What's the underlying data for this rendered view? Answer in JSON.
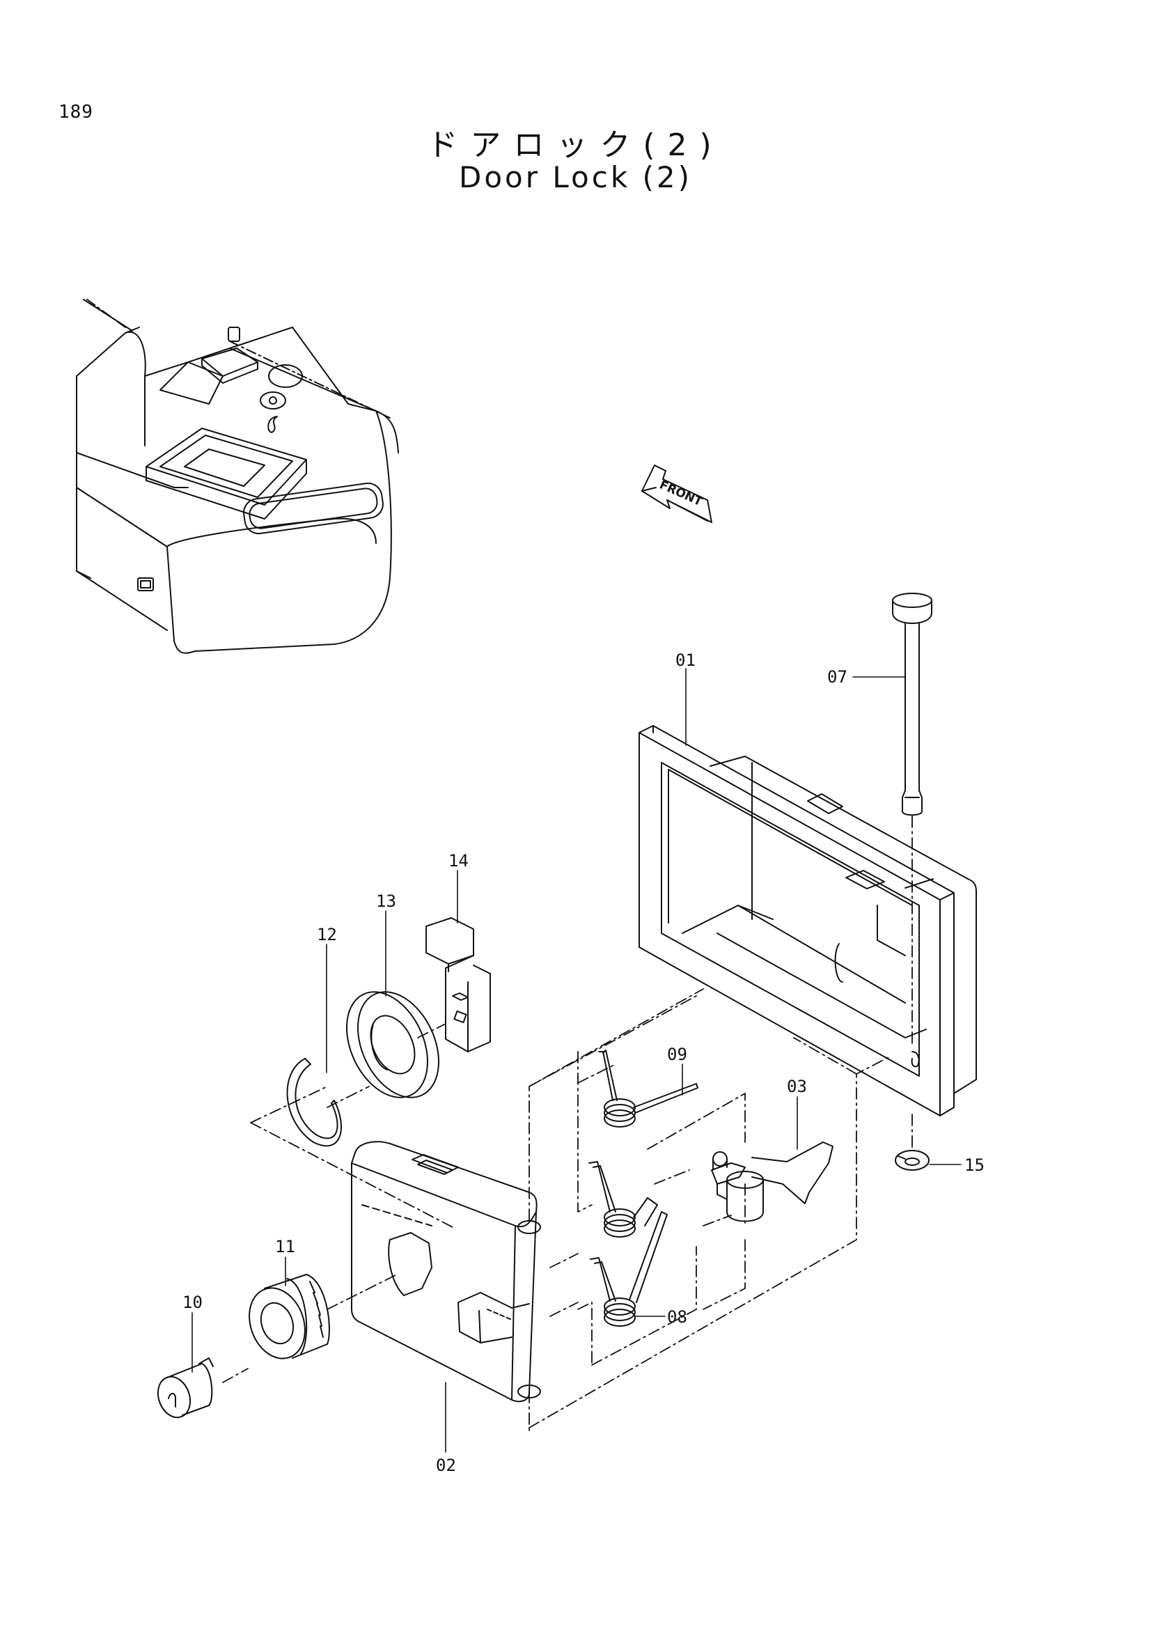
{
  "page_number": "189",
  "title_japanese": "ドアロック(2)",
  "title_english": "Door Lock (2)",
  "direction_arrow": "FRONT",
  "callouts": {
    "c01": "01",
    "c02": "02",
    "c03": "03",
    "c07": "07",
    "c08": "08",
    "c09": "09",
    "c10": "10",
    "c11": "11",
    "c12": "12",
    "c13": "13",
    "c14": "14",
    "c15": "15"
  }
}
